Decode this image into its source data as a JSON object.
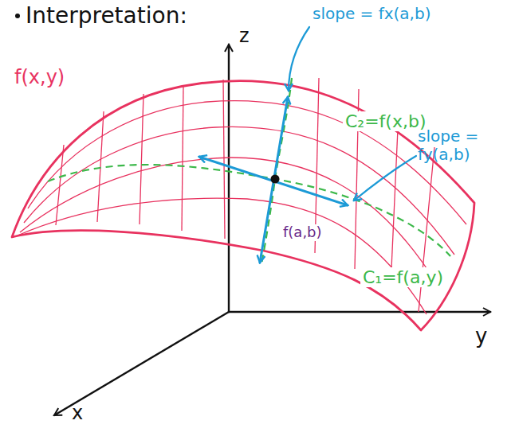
{
  "diagram": {
    "title": "Interpretation:",
    "labels": [
      "slope = fx(a,b)",
      "C₂=f(x,b)",
      "slope = fy(a,b)",
      "C₁=f(a,y)",
      "f(x,y)",
      "f(a,b)",
      "z",
      "y",
      "x"
    ]
  }
}
